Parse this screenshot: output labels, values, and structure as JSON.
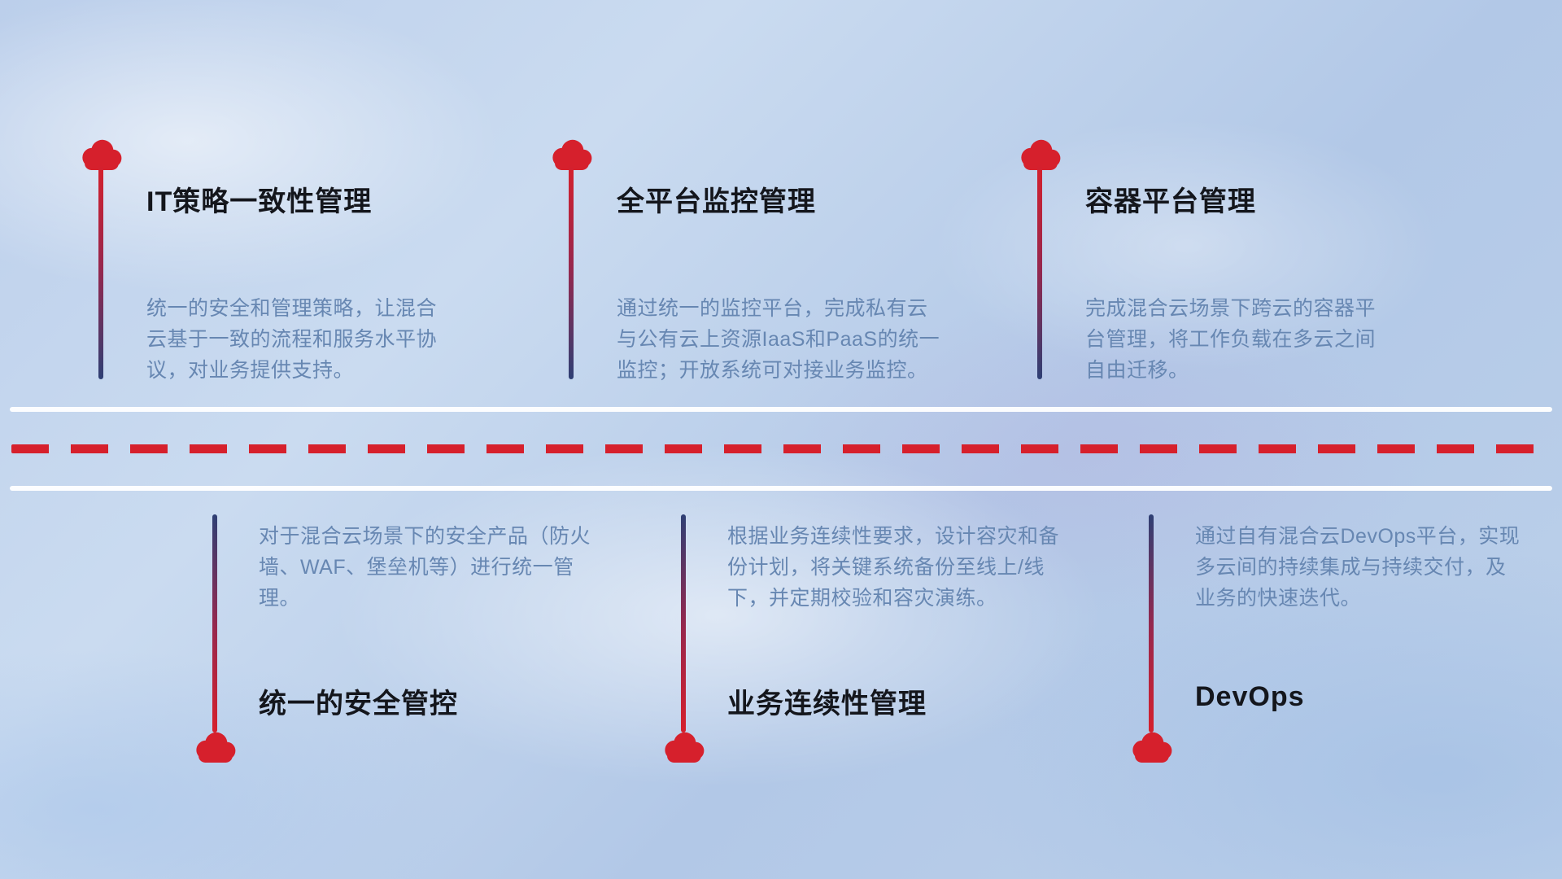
{
  "top_items": [
    {
      "title": "IT策略一致性管理",
      "description": "统一的安全和管理策略，让混合云基于一致的流程和服务水平协议，对业务提供支持。"
    },
    {
      "title": "全平台监控管理",
      "description": "通过统一的监控平台，完成私有云与公有云上资源IaaS和PaaS的统一监控；开放系统可对接业务监控。"
    },
    {
      "title": "容器平台管理",
      "description": "完成混合云场景下跨云的容器平台管理，将工作负载在多云之间自由迁移。"
    }
  ],
  "bottom_items": [
    {
      "title": "统一的安全管控",
      "description": "对于混合云场景下的安全产品（防火墙、WAF、堡垒机等）进行统一管理。"
    },
    {
      "title": "业务连续性管理",
      "description": "根据业务连续性要求，设计容灾和备份计划，将关键系统备份至线上/线下，并定期校验和容灾演练。"
    },
    {
      "title": "DevOps",
      "description": "通过自有混合云DevOps平台，实现多云间的持续集成与持续交付，及业务的快速迭代。"
    }
  ],
  "icons": {
    "marker": "cloud-icon"
  },
  "colors": {
    "accent_red": "#d6202c",
    "connector_navy": "#2e3f74",
    "description_blue": "#6787b2",
    "title_black": "#14161c",
    "road_white": "#ffffff"
  }
}
